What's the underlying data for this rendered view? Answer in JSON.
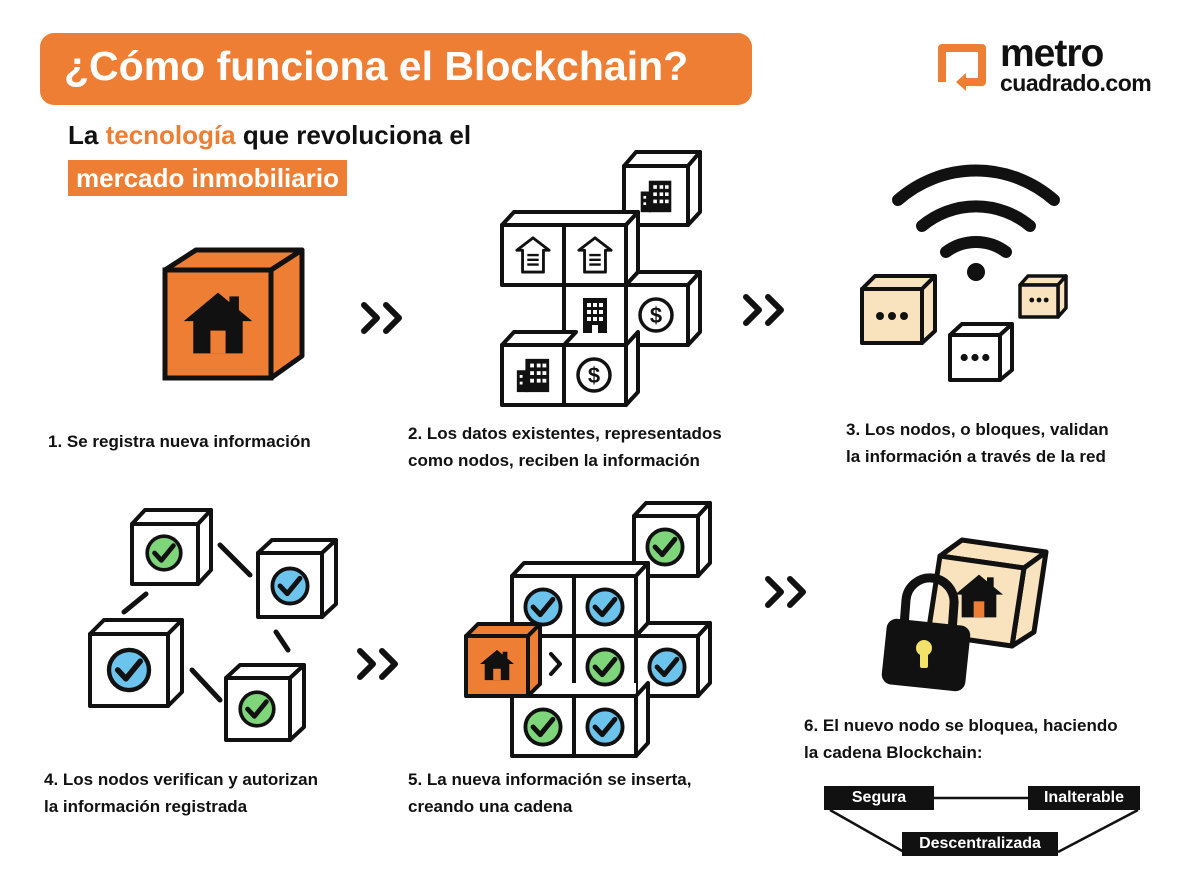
{
  "title": "¿Cómo funciona el Blockchain?",
  "logo": {
    "line1": "metro",
    "line2": "cuadrado.com"
  },
  "subtitle": {
    "part1": "La ",
    "highlight": "tecnología",
    "part2": " que revoluciona el",
    "line2": "mercado inmobiliario"
  },
  "steps": [
    {
      "line1": "1. Se registra nueva información",
      "line2": ""
    },
    {
      "line1": "2. Los datos existentes, representados",
      "line2": "como nodos, reciben la información"
    },
    {
      "line1": "3. Los nodos, o bloques, validan",
      "line2": "la información a través de la red"
    },
    {
      "line1": "4. Los nodos verifican y autorizan",
      "line2": "la información registrada"
    },
    {
      "line1": "5. La nueva información se inserta,",
      "line2": "creando una cadena"
    },
    {
      "line1": "6. El nuevo nodo se bloquea, haciendo",
      "line2": "la cadena Blockchain:"
    }
  ],
  "properties": [
    "Segura",
    "Inalterable",
    "Descentralizada"
  ],
  "colors": {
    "orange": "#EE7E33",
    "cream": "#F8E3BE",
    "green": "#7FD57A",
    "blue": "#6CC3EC",
    "black": "#111111"
  },
  "icons": [
    "house-icon",
    "document-icon",
    "building-icon",
    "dollar-icon",
    "wifi-icon",
    "checkmark-icon",
    "padlock-icon",
    "chevron-right-icon"
  ]
}
